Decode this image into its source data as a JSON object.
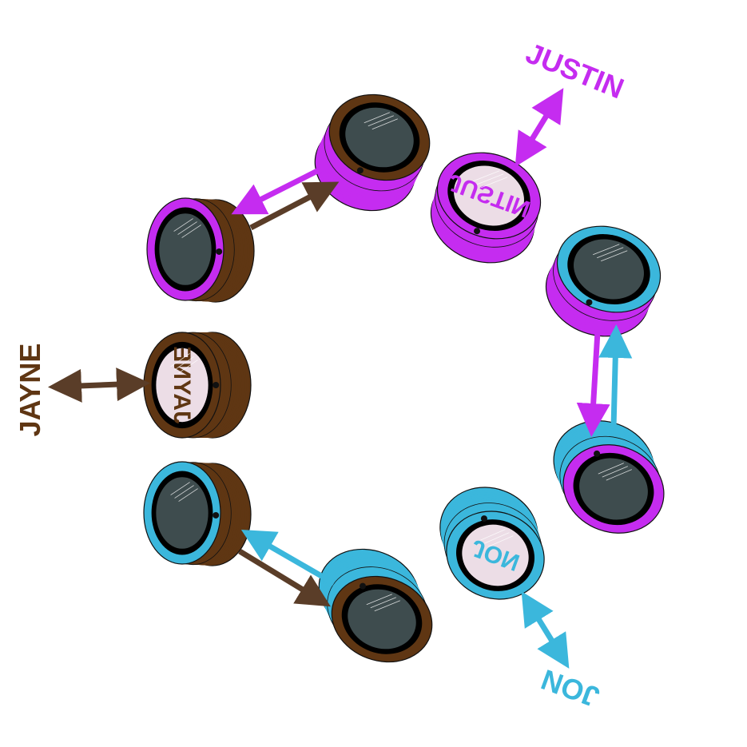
{
  "colors": {
    "purple": "#c52cf0",
    "cyan": "#3bb7dc",
    "brown": "#5f3613",
    "arrow_brown": "#5a3d28",
    "lens_dark": "#3e4c4e",
    "lens_pink": "#ecdde6",
    "bezel": "#000000"
  },
  "labels": {
    "justin": "JUSTIN",
    "jon": "JON",
    "jayne": "JAYNE"
  }
}
